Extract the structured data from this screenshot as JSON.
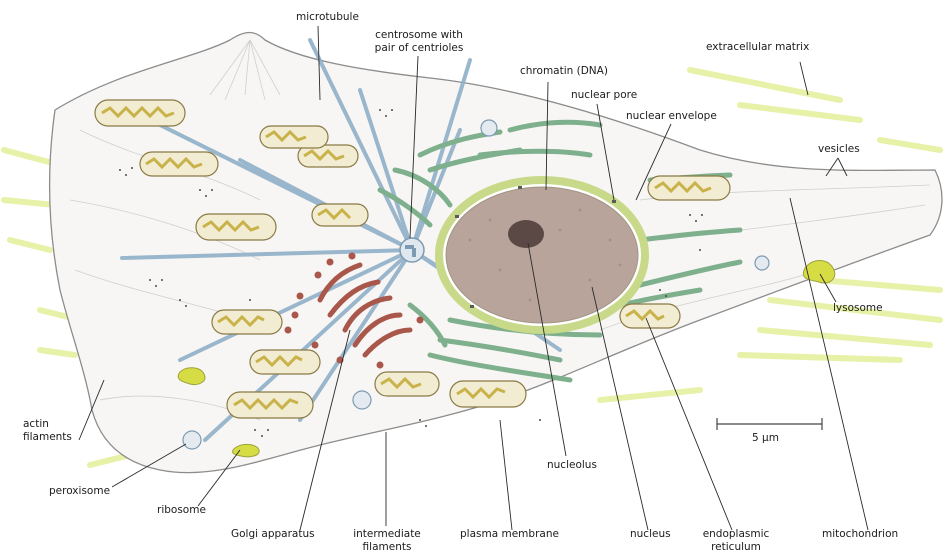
{
  "labels": {
    "microtubule": "microtubule",
    "centrosome_line1": "centrosome  with",
    "centrosome_line2": "pair of centrioles",
    "chromatin": "chromatin (DNA)",
    "extracellular_matrix": "extracellular matrix",
    "nuclear_pore": "nuclear pore",
    "nuclear_envelope": "nuclear envelope",
    "vesicles": "vesicles",
    "lysosome": "lysosome",
    "actin_line1": "actin",
    "actin_line2": "filaments",
    "peroxisome": "peroxisome",
    "ribosome": "ribosome",
    "nucleolus": "nucleolus",
    "golgi": "Golgi apparatus",
    "intermediate_line1": "intermediate",
    "intermediate_line2": "filaments",
    "plasma_membrane": "plasma  membrane",
    "nucleus": "nucleus",
    "er_line1": "endoplasmic",
    "er_line2": "reticulum",
    "mitochondrion": "mitochondrion",
    "scale": "5 µm"
  },
  "colors": {
    "membrane": "#8c8c8c",
    "nucleus_fill": "#b9a49c",
    "nucleolus": "#4a3a36",
    "envelope": "#c9d98a",
    "er": "#7fb08d",
    "golgi": "#a8574a",
    "mitochondria": "#c9b24a",
    "microtubule": "#8fb0c8",
    "ecm": "#e3ef9a",
    "lysosome": "#d6dc44"
  }
}
